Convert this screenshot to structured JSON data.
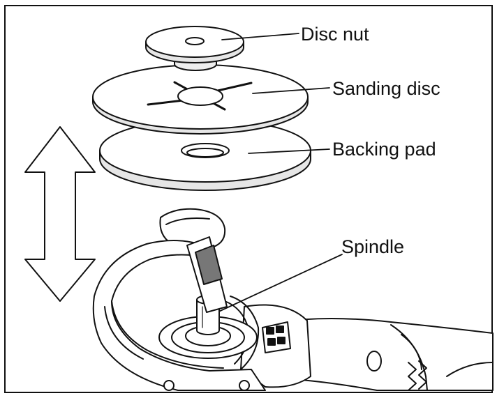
{
  "labels": {
    "disc_nut": "Disc nut",
    "sanding_disc": "Sanding disc",
    "backing_pad": "Backing pad",
    "spindle": "Spindle"
  },
  "icons": {
    "arrow": "double-headed-vertical-arrow-icon"
  },
  "colors": {
    "line": "#111111",
    "fill": "#ffffff",
    "shade": "#d9d9d9"
  }
}
